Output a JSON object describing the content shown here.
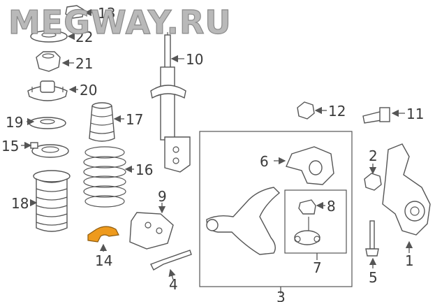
{
  "watermark": "MEGWAY.RU",
  "highlight_color": "#ee9a1d",
  "callouts": {
    "c1": "1",
    "c2": "2",
    "c3": "3",
    "c4": "4",
    "c5": "5",
    "c6": "6",
    "c7": "7",
    "c8": "8",
    "c9": "9",
    "c10": "10",
    "c11": "11",
    "c12": "12",
    "c13": "13",
    "c14": "14",
    "c15": "15",
    "c16": "16",
    "c17": "17",
    "c18": "18",
    "c19": "19",
    "c20": "20",
    "c21": "21",
    "c22": "22"
  },
  "highlighted_part": "14"
}
